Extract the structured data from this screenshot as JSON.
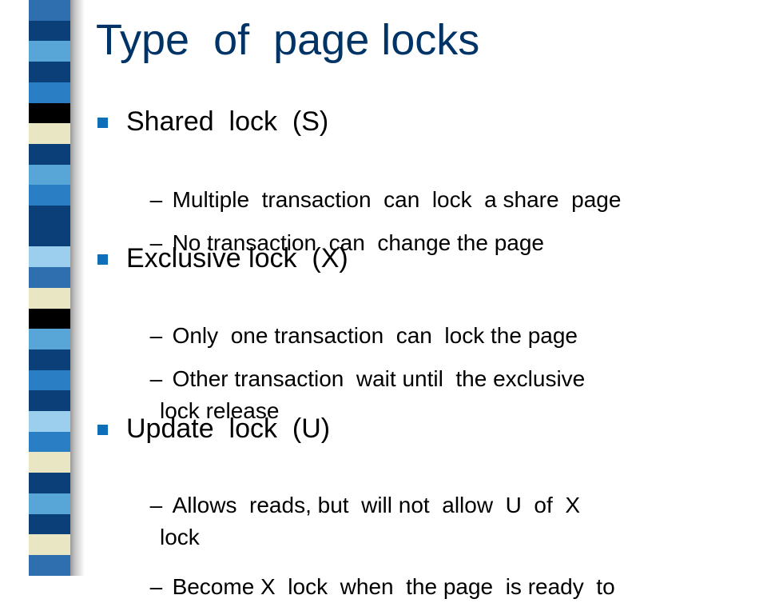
{
  "slide": {
    "title": "Type  of  page locks",
    "bullets": [
      {
        "label": "Shared  lock  (S)",
        "subitems": [
          {
            "dash": "–",
            "text": "Multiple  transaction  can  lock  a share  page"
          },
          {
            "dash": "–",
            "text": "No transaction  can  change the page"
          }
        ]
      },
      {
        "label": "Exclusive lock  (X)",
        "subitems": [
          {
            "dash": "–",
            "text": "Only  one transaction  can  lock the page"
          },
          {
            "dash": "–",
            "text": "Other transaction  wait until  the exclusive",
            "continuation": "lock release"
          }
        ]
      },
      {
        "label": "Update  lock  (U)",
        "subitems": [
          {
            "dash": "–",
            "text": "Allows  reads, but  will not  allow  U  of  X",
            "continuation": "lock"
          },
          {
            "dash": "–",
            "text": "Become X  lock  when  the page  is ready  to"
          }
        ]
      }
    ]
  },
  "colors": {
    "title": "#003366",
    "bullet": "#0e6fb8",
    "stripe": [
      "#2f6fb0",
      "#0b3f78",
      "#58a6d8",
      "#0b3f78",
      "#2a7fc4",
      "#000000",
      "#e9e6c4",
      "#0b3f78",
      "#58a6d8",
      "#2a7fc4",
      "#0b3f78",
      "#0b3f78",
      "#9ccfee",
      "#2f6fb0",
      "#e9e6c4",
      "#000000",
      "#58a6d8",
      "#0b3f78",
      "#2a7fc4",
      "#0b3f78",
      "#9ccfee",
      "#2a7fc4",
      "#e9e6c4",
      "#0b3f78",
      "#58a6d8",
      "#0b3f78",
      "#e9e6c4",
      "#2f6fb0"
    ]
  }
}
